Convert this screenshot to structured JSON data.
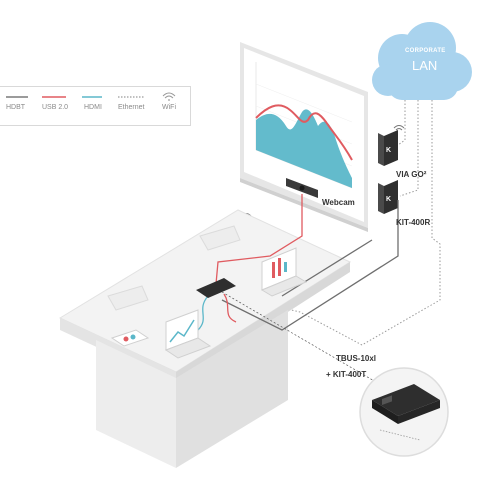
{
  "legend": {
    "items": [
      {
        "label": "HDBT",
        "color": "#7a7a7a",
        "style": "solid"
      },
      {
        "label": "USB 2.0",
        "color": "#e05b60",
        "style": "solid"
      },
      {
        "label": "HDMI",
        "color": "#5bb7c9",
        "style": "solid"
      },
      {
        "label": "Ethernet",
        "color": "#9a9a9a",
        "style": "dotted"
      },
      {
        "label": "WiFi",
        "color": "#9a9a9a",
        "style": "wifi-icon"
      }
    ]
  },
  "cloud": {
    "line1": "CORPORATE",
    "line2": "LAN",
    "color": "#a9d3ee"
  },
  "devices": {
    "via_go": "VIA GO²",
    "kit_400r": "KIT-400R",
    "webcam": "Webcam",
    "tbus_line1": "TBUS-10xl",
    "tbus_line2": "+ KIT-400T"
  },
  "display": {
    "chart_colors": {
      "red": "#e05b60",
      "blue": "#5bb7c9"
    }
  }
}
